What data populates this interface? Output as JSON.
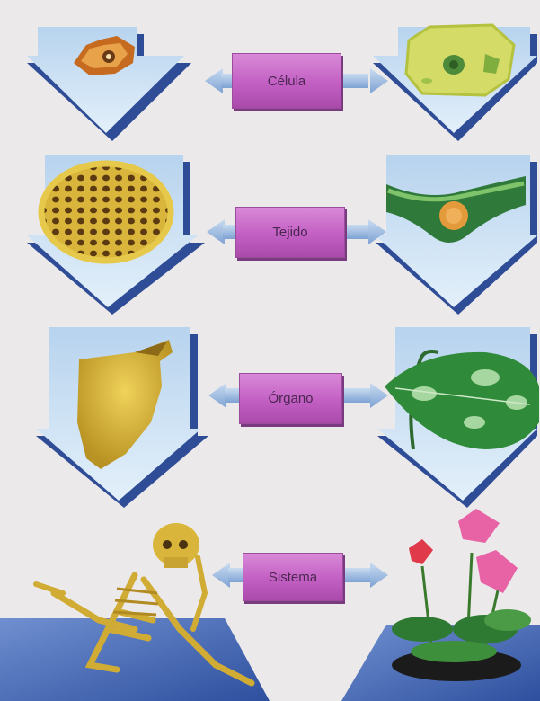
{
  "levels": [
    {
      "label": "Célula"
    },
    {
      "label": "Tejido"
    },
    {
      "label": "Órgano"
    },
    {
      "label": "Sistema"
    }
  ],
  "colors": {
    "background": "#ece9ea",
    "arrow_light": "#d5e8f6",
    "arrow_dark": "#3c5ea8",
    "label_box": "#c25fc3",
    "connector": "#8fb3dc"
  },
  "illustrations": {
    "animal": [
      "bone-cell",
      "spongy-bone-tissue",
      "scapula-bone",
      "skeleton"
    ],
    "plant": [
      "plant-cell",
      "leaf-tissue",
      "leaf",
      "flowering-plant"
    ]
  }
}
